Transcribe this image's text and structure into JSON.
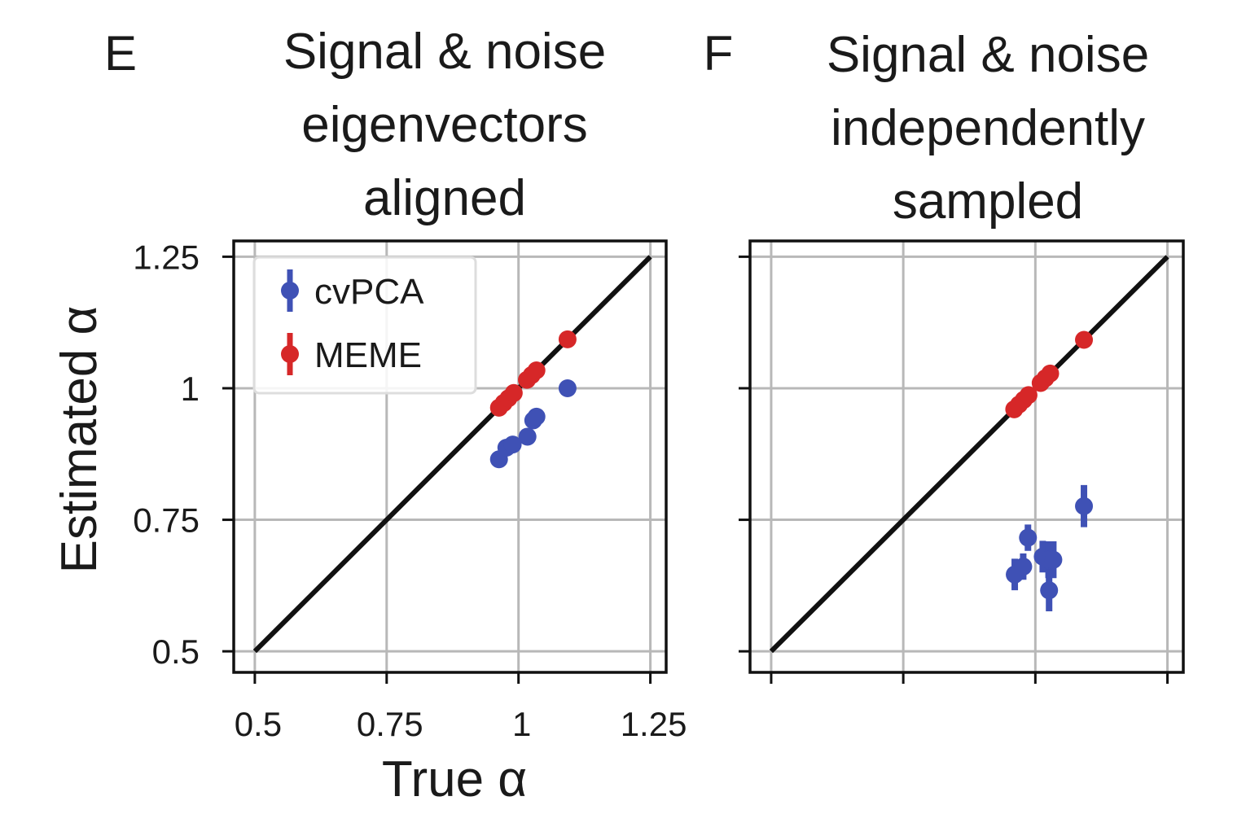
{
  "chart_data": [
    {
      "type": "scatter",
      "panel_label": "E",
      "title": [
        "Signal & noise",
        "eigenvectors",
        "aligned"
      ],
      "xlabel": "True α",
      "ylabel": "Estimated α",
      "xlim": [
        0.46,
        1.28
      ],
      "ylim": [
        0.46,
        1.28
      ],
      "xticks": [
        0.5,
        0.75,
        1,
        1.25
      ],
      "xtick_labels": [
        "0.5",
        "0.75",
        "1",
        "1.25"
      ],
      "yticks": [
        0.5,
        0.75,
        1,
        1.25
      ],
      "ytick_labels": [
        "0.5",
        "0.75",
        "1",
        "1.25"
      ],
      "grid": true,
      "identity_line": true,
      "legend": {
        "placement": "top-left",
        "entries": [
          "cvPCA",
          "MEME"
        ]
      },
      "series": [
        {
          "name": "cvPCA",
          "color": "#3f51b5",
          "x": [
            0.963,
            0.977,
            0.989,
            1.017,
            1.028,
            1.034,
            1.093
          ],
          "y": [
            0.865,
            0.887,
            0.893,
            0.908,
            0.939,
            0.946,
            1.0
          ],
          "err": [
            0.005,
            0.005,
            0.005,
            0.005,
            0.005,
            0.005,
            0.005
          ]
        },
        {
          "name": "MEME",
          "color": "#d62728",
          "x": [
            0.963,
            0.972,
            0.981,
            0.991,
            1.016,
            1.025,
            1.034,
            1.093
          ],
          "y": [
            0.963,
            0.972,
            0.981,
            0.991,
            1.016,
            1.025,
            1.034,
            1.093
          ],
          "err": [
            0.005,
            0.005,
            0.005,
            0.005,
            0.005,
            0.005,
            0.005,
            0.005
          ]
        }
      ]
    },
    {
      "type": "scatter",
      "panel_label": "F",
      "title": [
        "Signal & noise",
        "independently",
        "sampled"
      ],
      "xlim": [
        0.46,
        1.28
      ],
      "ylim": [
        0.46,
        1.28
      ],
      "xticks": [
        0.5,
        0.75,
        1,
        1.25
      ],
      "yticks": [
        0.5,
        0.75,
        1,
        1.25
      ],
      "grid": true,
      "identity_line": true,
      "series": [
        {
          "name": "cvPCA",
          "color": "#3f51b5",
          "x": [
            0.961,
            0.977,
            0.986,
            1.014,
            1.025,
            1.034,
            1.026,
            1.092
          ],
          "y": [
            0.646,
            0.661,
            0.716,
            0.68,
            0.674,
            0.674,
            0.616,
            0.776
          ],
          "err": [
            0.03,
            0.025,
            0.025,
            0.03,
            0.035,
            0.035,
            0.04,
            0.04
          ]
        },
        {
          "name": "MEME",
          "color": "#d62728",
          "x": [
            0.96,
            0.969,
            0.978,
            0.987,
            1.01,
            1.019,
            1.028,
            1.092
          ],
          "y": [
            0.96,
            0.969,
            0.978,
            0.987,
            1.01,
            1.019,
            1.028,
            1.092
          ],
          "err": [
            0.005,
            0.005,
            0.005,
            0.005,
            0.005,
            0.005,
            0.005,
            0.005
          ]
        }
      ]
    }
  ]
}
